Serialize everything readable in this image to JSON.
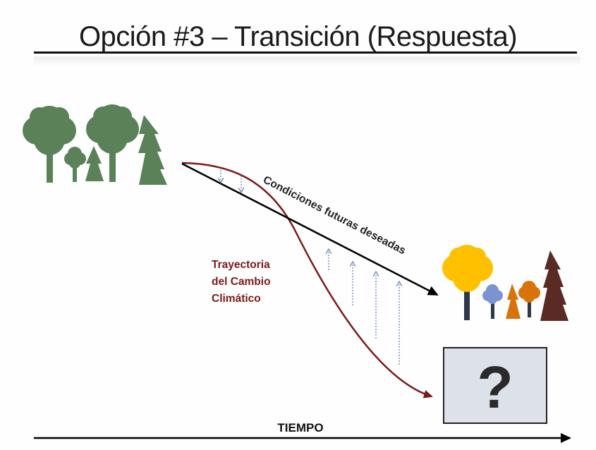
{
  "slide": {
    "title": "Opción #3 – Transición (Respuesta)",
    "desired_label": "Condiciones futuras deseadas",
    "trajectory_label": [
      "Trayectoria",
      "del Cambio",
      "Climático"
    ],
    "time_label": "TIEMPO",
    "unknown_symbol": "?"
  },
  "colors": {
    "current_forest_green": "#5b8159",
    "trajectory_dark_red": "#7a1a1a",
    "desired_arrow": "#000000",
    "guide_arrows_blue": "#6b84b8",
    "future_tree_yellow": "#ffc000",
    "future_tree_blue": "#7b93d0",
    "future_tree_orange": "#d8730a",
    "future_conifer_brown": "#5a2a24",
    "unknown_box_fill": "#dde2ea",
    "tree_trunk": "#2f3847"
  },
  "icons": [
    "deciduous-tree-icon",
    "conifer-tree-icon",
    "question-mark-icon"
  ]
}
